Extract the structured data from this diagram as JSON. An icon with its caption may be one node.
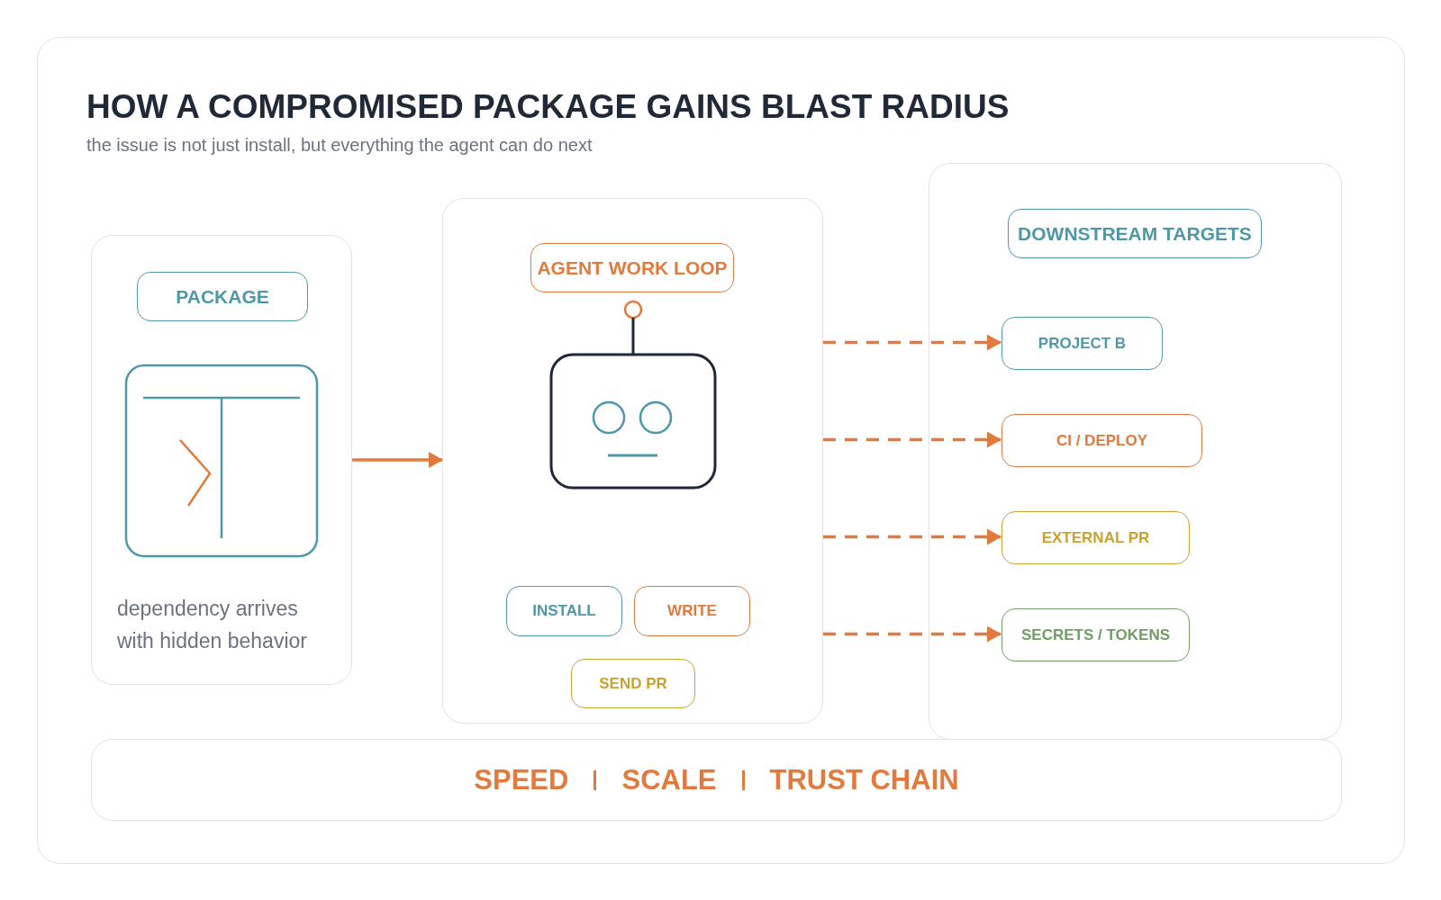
{
  "diagram": {
    "title": "HOW A COMPROMISED PACKAGE GAINS BLAST RADIUS",
    "caption": "the issue is not just install, but everything the agent can do next",
    "nodes": [
      {
        "text": [
          "dependency arrives with hidden behavior"
        ]
      },
      {
        "text": [
          "PACKAGE"
        ],
        "in": 0
      },
      {
        "text": [],
        "shape": "box"
      },
      {
        "text": [
          "AGENT WORK LOOP"
        ],
        "in": 2
      },
      {
        "text": [
          "INSTALL"
        ],
        "in": 2
      },
      {
        "text": [
          "WRITE"
        ],
        "in": 2
      },
      {
        "text": [
          "SEND PR"
        ],
        "in": 2
      },
      {
        "text": [],
        "shape": "box"
      },
      {
        "text": [
          "DOWNSTREAM TARGETS"
        ],
        "in": 7
      },
      {
        "text": [
          "PROJECT B"
        ],
        "in": 7
      },
      {
        "text": [
          "CI / DEPLOY"
        ],
        "in": 7
      },
      {
        "text": [
          "EXTERNAL PR"
        ],
        "in": 7
      },
      {
        "text": [
          "SECRETS / TOKENS"
        ],
        "in": 7
      },
      {
        "text": [
          "SPEED",
          "SCALE",
          "TRUST CHAIN"
        ]
      }
    ],
    "edges": [
      {
        "from": 0,
        "to": 2,
        "arrow": "to"
      },
      {
        "from": 2,
        "to": 9,
        "arrow": "to",
        "style": "dashed"
      },
      {
        "from": 2,
        "to": 10,
        "arrow": "to",
        "style": "dashed"
      },
      {
        "from": 2,
        "to": 11,
        "arrow": "to",
        "style": "dashed"
      },
      {
        "from": 2,
        "to": 12,
        "arrow": "to",
        "style": "dashed"
      }
    ]
  }
}
